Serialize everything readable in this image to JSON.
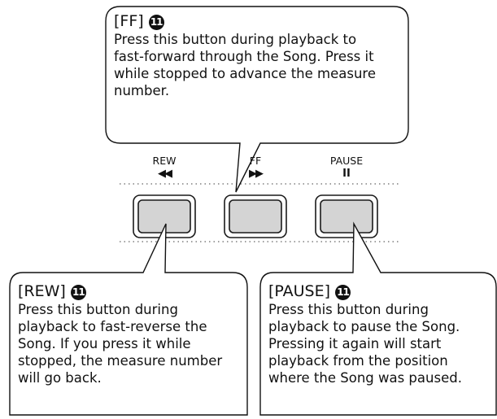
{
  "callouts": {
    "ff": {
      "title": "[FF]",
      "ref": "11",
      "body": [
        "Press this button during playback to",
        "fast-forward through the Song. Press it",
        "while stopped to advance the measure",
        "number."
      ]
    },
    "rew": {
      "title": "[REW]",
      "ref": "11",
      "body": [
        "Press this button during",
        "playback to fast-reverse the",
        "Song. If you press it while",
        "stopped, the measure number",
        "will go back."
      ]
    },
    "pause": {
      "title": "[PAUSE]",
      "ref": "11",
      "body": [
        "Press this button during",
        "playback to pause the Song.",
        "Pressing it again will start",
        "playback from the position",
        "where the Song was paused."
      ]
    }
  },
  "buttons": [
    {
      "label": "REW",
      "symbol": "◀◀"
    },
    {
      "label": "FF",
      "symbol": "▶▶"
    },
    {
      "label": "PAUSE",
      "symbol": "II"
    }
  ]
}
